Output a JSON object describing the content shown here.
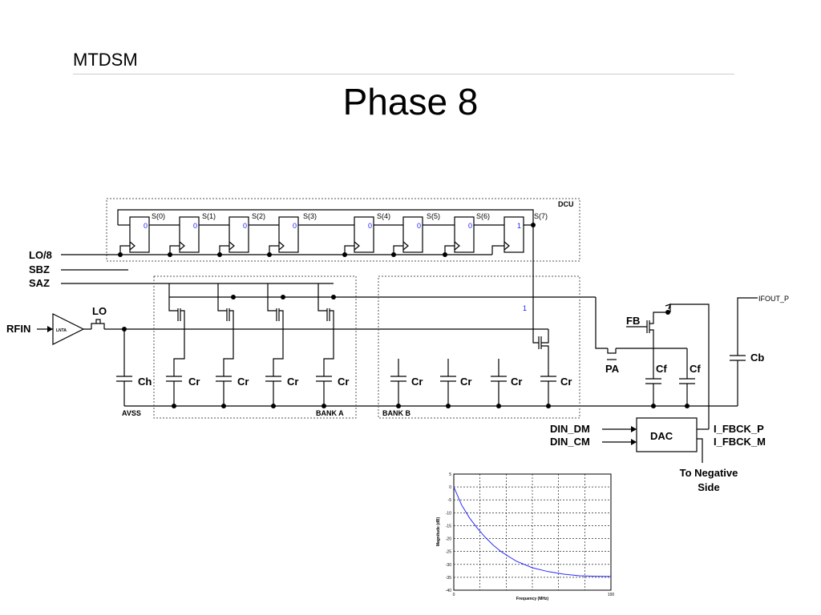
{
  "slide": {
    "header": "MTDSM",
    "title": "Phase 8"
  },
  "schematic": {
    "inputs": {
      "lo8": "LO/8",
      "sbz": "SBZ",
      "saz": "SAZ",
      "rfin": "RFIN"
    },
    "lnta": "LNTA",
    "lo": "LO",
    "dcu": {
      "label": "DCU",
      "stages": [
        {
          "name": "S(0)",
          "value": "0"
        },
        {
          "name": "S(1)",
          "value": "0"
        },
        {
          "name": "S(2)",
          "value": "0"
        },
        {
          "name": "S(3)",
          "value": "0"
        },
        {
          "name": "S(4)",
          "value": "0"
        },
        {
          "name": "S(5)",
          "value": "0"
        },
        {
          "name": "S(6)",
          "value": "0"
        },
        {
          "name": "S(7)",
          "value": "1"
        }
      ]
    },
    "gate_value": "1",
    "ch": "Ch",
    "cr": "Cr",
    "avss": "AVSS",
    "bank_a": "BANK A",
    "bank_b": "BANK B",
    "fb": "FB",
    "pa": "PA",
    "cf": "Cf",
    "cb": "Cb",
    "ifout_p": "IFOUT_P",
    "din_dm": "DIN_DM",
    "din_cm": "DIN_CM",
    "dac": "DAC",
    "i_fbck_p": "I_FBCK_P",
    "i_fbck_m": "I_FBCK_M",
    "to_negative_side": [
      "To Negative",
      "Side"
    ]
  },
  "chart_data": {
    "type": "line",
    "title": "",
    "xlabel": "Frequency (MHz)",
    "ylabel": "Magnitude (dB)",
    "xlim": [
      0,
      100
    ],
    "ylim": [
      -40,
      5
    ],
    "x_ticks": [
      "0",
      "100"
    ],
    "y_ticks": [
      "5",
      "0",
      "-5",
      "-10",
      "-15",
      "-20",
      "-25",
      "-30",
      "-35",
      "-40"
    ],
    "grid": true,
    "series": [
      {
        "color": "#2a2aff",
        "x": [
          0,
          5,
          10,
          15,
          20,
          25,
          30,
          35,
          40,
          50,
          60,
          70,
          80,
          90,
          100
        ],
        "y": [
          0,
          -7,
          -12,
          -16,
          -19.5,
          -22.5,
          -25,
          -27,
          -28.8,
          -31.3,
          -32.8,
          -33.8,
          -34.4,
          -34.6,
          -34.7
        ]
      }
    ]
  }
}
